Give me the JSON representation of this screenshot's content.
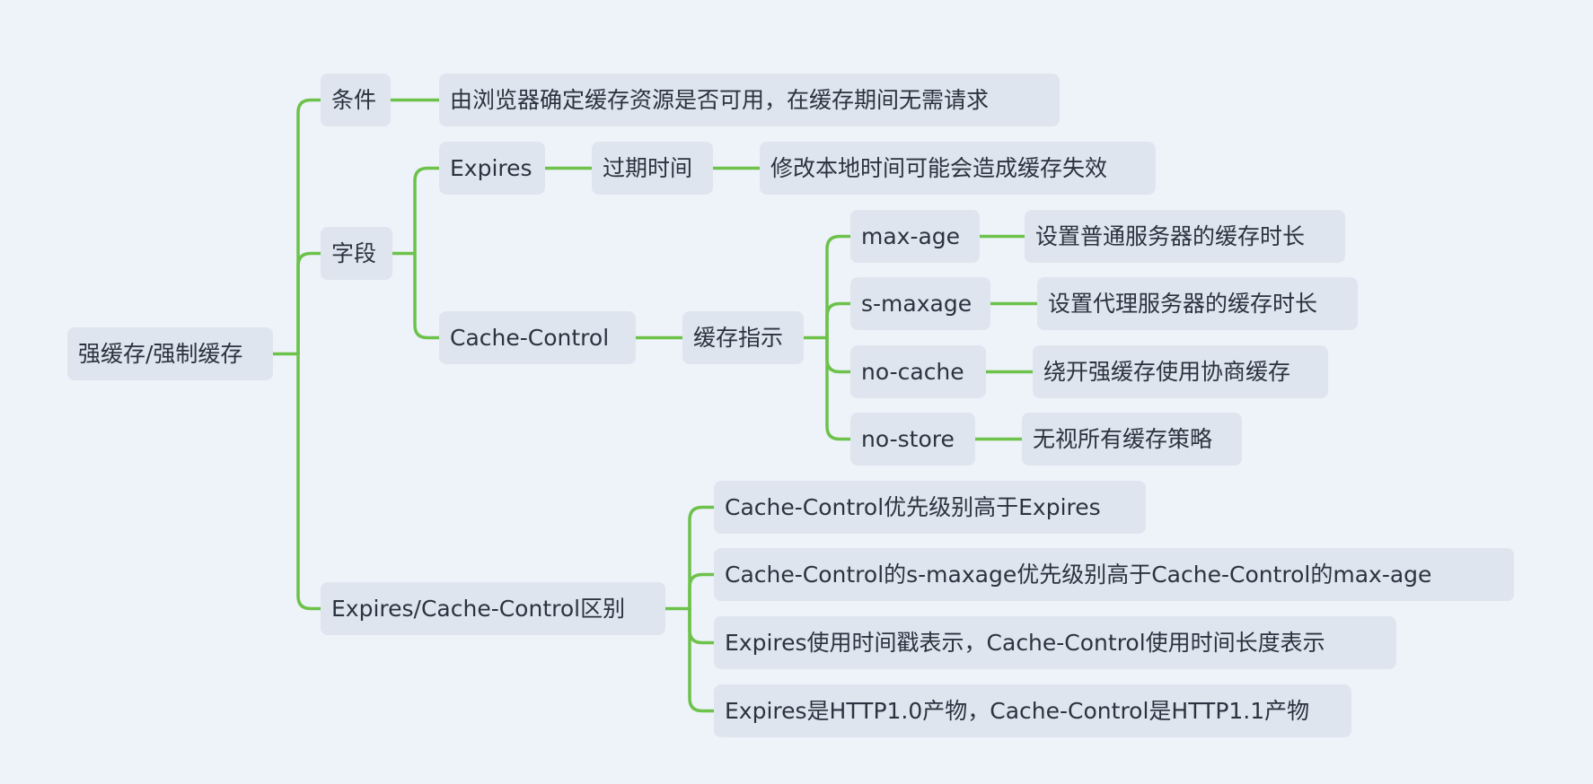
{
  "diagram": {
    "type": "mindmap",
    "line_color": "#6cc24a",
    "node_color": "#dfe5ee",
    "text_color": "#2b3340",
    "background": "#eef3f9",
    "root": {
      "id": "root",
      "label": "强缓存/强制缓存",
      "children": [
        {
          "id": "condition",
          "label": "条件",
          "children": [
            {
              "id": "condition-desc",
              "label": "由浏览器确定缓存资源是否可用，在缓存期间无需请求"
            }
          ]
        },
        {
          "id": "fields",
          "label": "字段",
          "children": [
            {
              "id": "expires",
              "label": "Expires",
              "children": [
                {
                  "id": "expires-time",
                  "label": "过期时间",
                  "children": [
                    {
                      "id": "expires-note",
                      "label": "修改本地时间可能会造成缓存失效"
                    }
                  ]
                }
              ]
            },
            {
              "id": "cache-control",
              "label": "Cache-Control",
              "children": [
                {
                  "id": "cache-directives",
                  "label": "缓存指示",
                  "children": [
                    {
                      "id": "max-age",
                      "label": "max-age",
                      "children": [
                        {
                          "id": "max-age-desc",
                          "label": "设置普通服务器的缓存时长"
                        }
                      ]
                    },
                    {
                      "id": "s-maxage",
                      "label": "s-maxage",
                      "children": [
                        {
                          "id": "s-maxage-desc",
                          "label": "设置代理服务器的缓存时长"
                        }
                      ]
                    },
                    {
                      "id": "no-cache",
                      "label": "no-cache",
                      "children": [
                        {
                          "id": "no-cache-desc",
                          "label": "绕开强缓存使用协商缓存"
                        }
                      ]
                    },
                    {
                      "id": "no-store",
                      "label": "no-store",
                      "children": [
                        {
                          "id": "no-store-desc",
                          "label": "无视所有缓存策略"
                        }
                      ]
                    }
                  ]
                }
              ]
            }
          ]
        },
        {
          "id": "difference",
          "label": "Expires/Cache-Control区别",
          "children": [
            {
              "id": "diff-1",
              "label": "Cache-Control优先级别高于Expires"
            },
            {
              "id": "diff-2",
              "label": "Cache-Control的s-maxage优先级别高于Cache-Control的max-age"
            },
            {
              "id": "diff-3",
              "label": "Expires使用时间戳表示，Cache-Control使用时间长度表示"
            },
            {
              "id": "diff-4",
              "label": "Expires是HTTP1.0产物，Cache-Control是HTTP1.1产物"
            }
          ]
        }
      ]
    }
  }
}
